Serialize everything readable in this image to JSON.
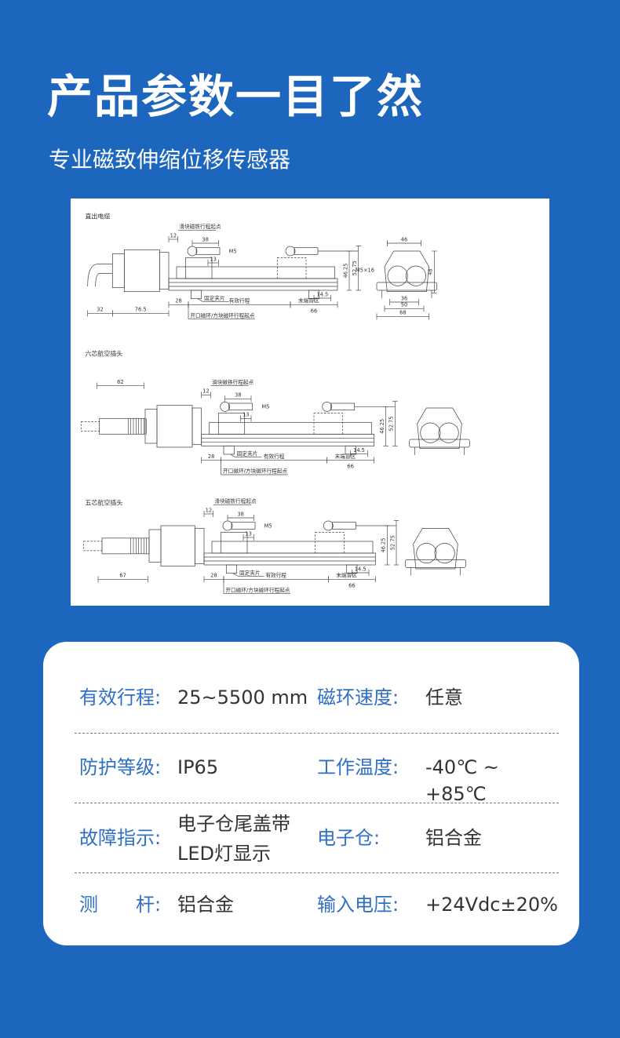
{
  "header": {
    "title": "产品参数一目了然",
    "subtitle": "专业磁致伸缩位移传感器"
  },
  "drawing": {
    "labels": {
      "slider_start": "滑块磁铁行程起点",
      "clamp": "固定夹片",
      "effective": "有效行程",
      "blind": "末端盲区",
      "ring_start": "开口磁环/方块磁环行程起点"
    },
    "dims": {
      "d12": "12",
      "d38": "38",
      "d13": "13",
      "m5": "M5",
      "d28": "28",
      "d66": "66",
      "d14_5": "14.5",
      "d46_25": "46.25",
      "d52_75": "52.75"
    },
    "sections": [
      {
        "title": "直出电缆",
        "connector_dims": [
          "32",
          "76.5"
        ],
        "end_view_dims": {
          "w46": "46",
          "m5x16": "M5×16",
          "h48": "48",
          "d36": "36",
          "d50": "50",
          "d68": "68"
        }
      },
      {
        "title": "六芯航空插头",
        "connector_dims": [
          "62"
        ]
      },
      {
        "title": "五芯航空插头",
        "connector_dims": [
          "67"
        ]
      }
    ]
  },
  "specs": {
    "rows": [
      {
        "left_label": "有效行程:",
        "left_value": "25~5500 mm",
        "right_label": "磁环速度:",
        "right_value": "任意"
      },
      {
        "left_label": "防护等级:",
        "left_value": "IP65",
        "right_label": "工作温度:",
        "right_value": "-40℃ ~ +85℃"
      },
      {
        "left_label": "故障指示:",
        "left_value": "电子仓尾盖带LED灯显示",
        "right_label": "电子仓:",
        "right_value": "铝合金"
      },
      {
        "left_label": "测　　杆:",
        "left_value": "铝合金",
        "right_label": "输入电压:",
        "right_value": "+24Vdc±20%"
      }
    ]
  }
}
